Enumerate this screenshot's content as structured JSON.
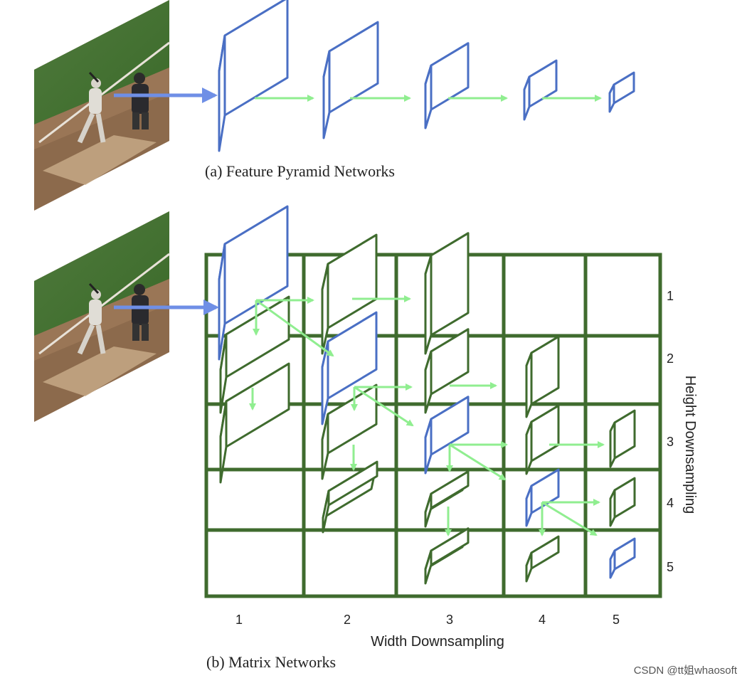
{
  "colors": {
    "blue": "#4a6fc4",
    "green": "#3f6b2e",
    "arrow": "#90ee90",
    "input_arrow": "#6f8fe6"
  },
  "fpn": {
    "caption": "(a) Feature Pyramid Networks"
  },
  "matrix": {
    "caption": "(b) Matrix Networks",
    "width_numbers": [
      "1",
      "2",
      "3",
      "4",
      "5"
    ],
    "height_numbers": [
      "1",
      "2",
      "3",
      "4",
      "5"
    ],
    "width_label": "Width Downsampling",
    "height_label": "Height Downsampling"
  },
  "watermark": "CSDN @tt姐whaosoft"
}
